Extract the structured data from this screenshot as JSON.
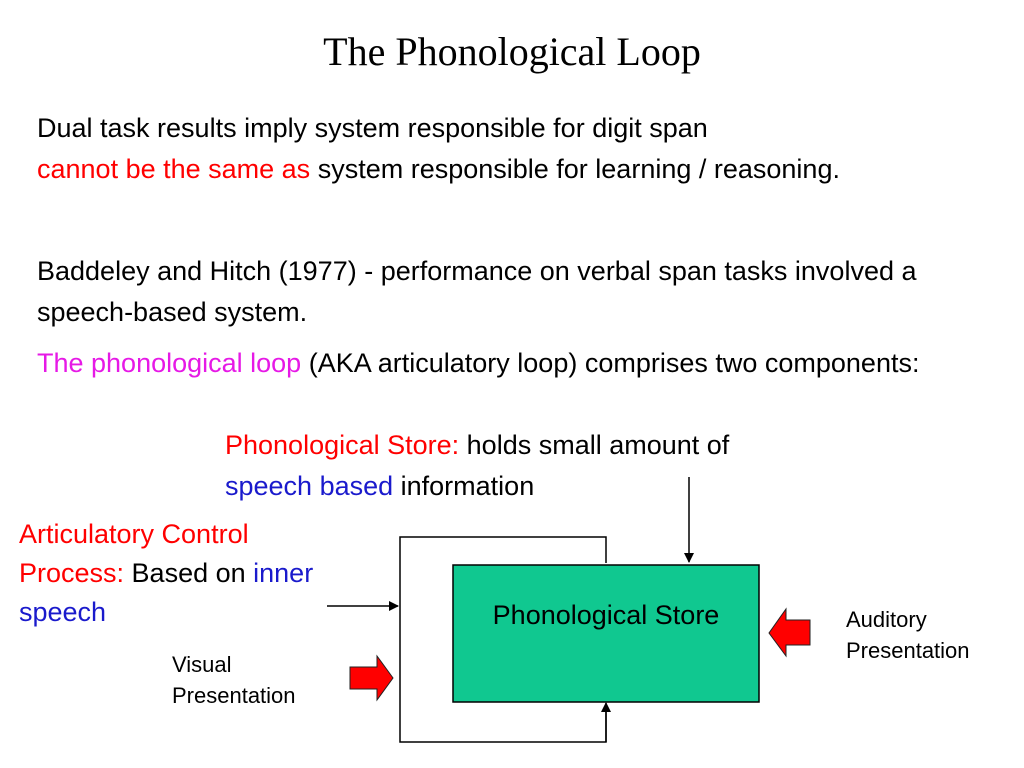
{
  "title": "The Phonological Loop",
  "paragraph1": {
    "line1": "Dual task results imply system responsible for digit span",
    "highlight": "cannot be the same as",
    "rest": " system responsible for learning / reasoning."
  },
  "paragraph2": "Baddeley and Hitch (1977) - performance on verbal span tasks involved a speech-based system.",
  "paragraph3": {
    "highlight": "The phonological loop",
    "rest": " (AKA articulatory loop) comprises two components:"
  },
  "phonological_store_desc": {
    "term": "Phonological Store:",
    "text1": " holds small amount of",
    "speech_based": "speech based",
    "text2": " information"
  },
  "articulatory_control": {
    "line1": "Articulatory Control",
    "process": "Process:",
    "based_on": " Based on ",
    "inner": "inner",
    "speech": "speech"
  },
  "diagram": {
    "store_label": "Phonological Store",
    "visual_label": "Visual Presentation",
    "auditory_label": "Auditory Presentation",
    "store_color": "#10c890",
    "arrow_color": "#ff0000"
  }
}
